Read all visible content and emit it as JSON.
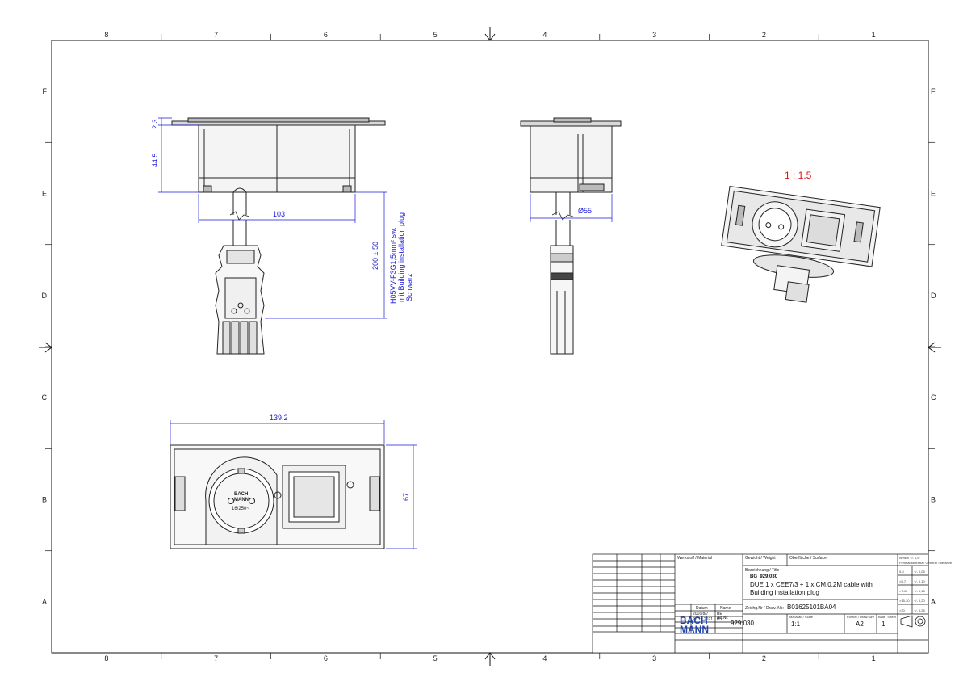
{
  "zones": {
    "columns": [
      "8",
      "7",
      "6",
      "5",
      "4",
      "3",
      "2",
      "1"
    ],
    "rows": [
      "F",
      "E",
      "D",
      "C",
      "B",
      "A"
    ]
  },
  "front_view": {
    "dim_top": "2,3",
    "dim_body": "44,5",
    "dim_width": "103",
    "dim_cable": "200 ± 50",
    "cable_note": [
      "H05VV-F3G1,5mm² sw.",
      "mit Building installation plug",
      "Schwarz"
    ]
  },
  "side_view": {
    "dim_diameter": "Ø55"
  },
  "iso_view": {
    "scale": "1 : 1.5"
  },
  "top_view": {
    "dim_width": "139,2",
    "dim_height": "67",
    "brand_lines": [
      "BACH",
      "MANN"
    ],
    "rating": "16/250~"
  },
  "title_block": {
    "material_label": "Werkstoff / Material",
    "weight_label": "Gewicht / Weight",
    "surface_label": "Oberfläche / Surface",
    "title_label": "Bezeichnung / Title",
    "item_code": "BG_929.030",
    "title_line1": "DUE 1 x CEE7/3 + 1 x CM,0.2M cable with",
    "title_line2": "Building installation plug",
    "date_header": "Datum",
    "name_header": "Name",
    "drawn_date": "2016/8/7",
    "drawn_name": "BE",
    "checked_date": "20.12.2021",
    "checked_name": "HY",
    "drawing_no_label": "Zeichg.Nr / Draw.-No:",
    "drawing_no": "B01625101BA04",
    "art_no_label": "Art.Nr:",
    "art_no": "929.030",
    "scale_label": "Maßstab / Scale",
    "scale_value": "1:1",
    "format_label": "Format / Draw.Size",
    "format_value": "A2",
    "sheet_label": "Blatt / Sheet",
    "sheet_value": "1",
    "logo_top": "BACH",
    "logo_bottom": "MANN",
    "tol_header1": "Winkel +/- 0,5°",
    "tol_header2": "Freimaßtoleranz / General Tolerance",
    "tolerances": [
      {
        "range": "0-5",
        "tol": "+/- 0,05"
      },
      {
        "range": ">5-7",
        "tol": "+/- 0,10"
      },
      {
        "range": ">7-15",
        "tol": "+/- 0,15"
      },
      {
        "range": ">15-30",
        "tol": "+/- 0,20"
      },
      {
        "range": ">30",
        "tol": "+/- 0,25"
      }
    ]
  }
}
